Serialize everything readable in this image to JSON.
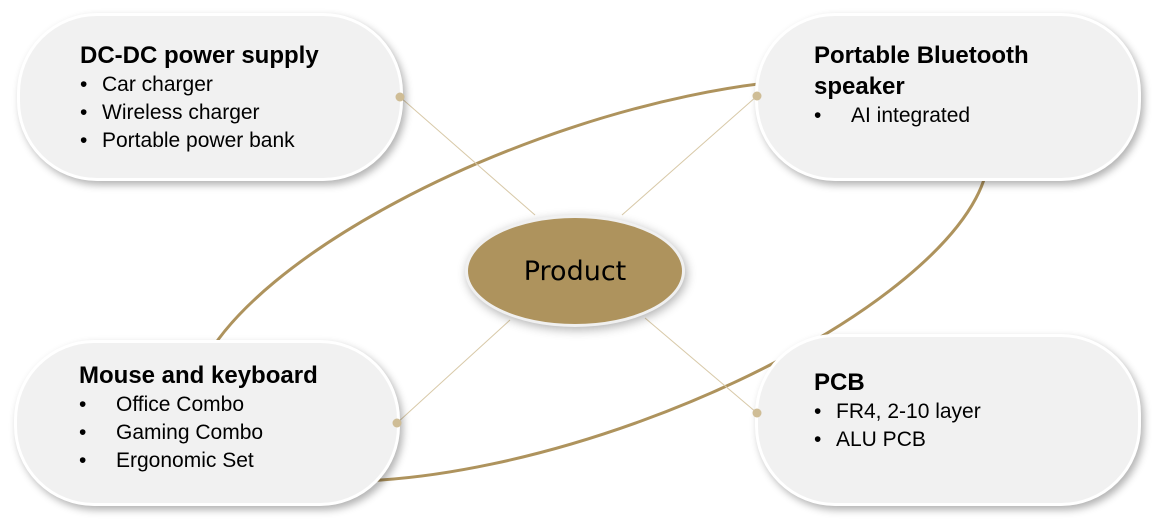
{
  "center": {
    "label": "Product"
  },
  "colors": {
    "accent": "#ae935d",
    "box": "#f1f1f1"
  },
  "nodes": {
    "top_left": {
      "title": "DC-DC power supply",
      "items": [
        "Car charger",
        "Wireless charger",
        "Portable power bank"
      ]
    },
    "top_right": {
      "title_line1": "Portable Bluetooth",
      "title_line2": "speaker",
      "items": [
        "AI integrated"
      ]
    },
    "bottom_left": {
      "title": "Mouse and keyboard",
      "items": [
        "Office Combo",
        "Gaming Combo",
        "Ergonomic Set"
      ]
    },
    "bottom_right": {
      "title": "PCB",
      "items": [
        "FR4,  2-10 layer",
        "ALU PCB"
      ]
    }
  }
}
